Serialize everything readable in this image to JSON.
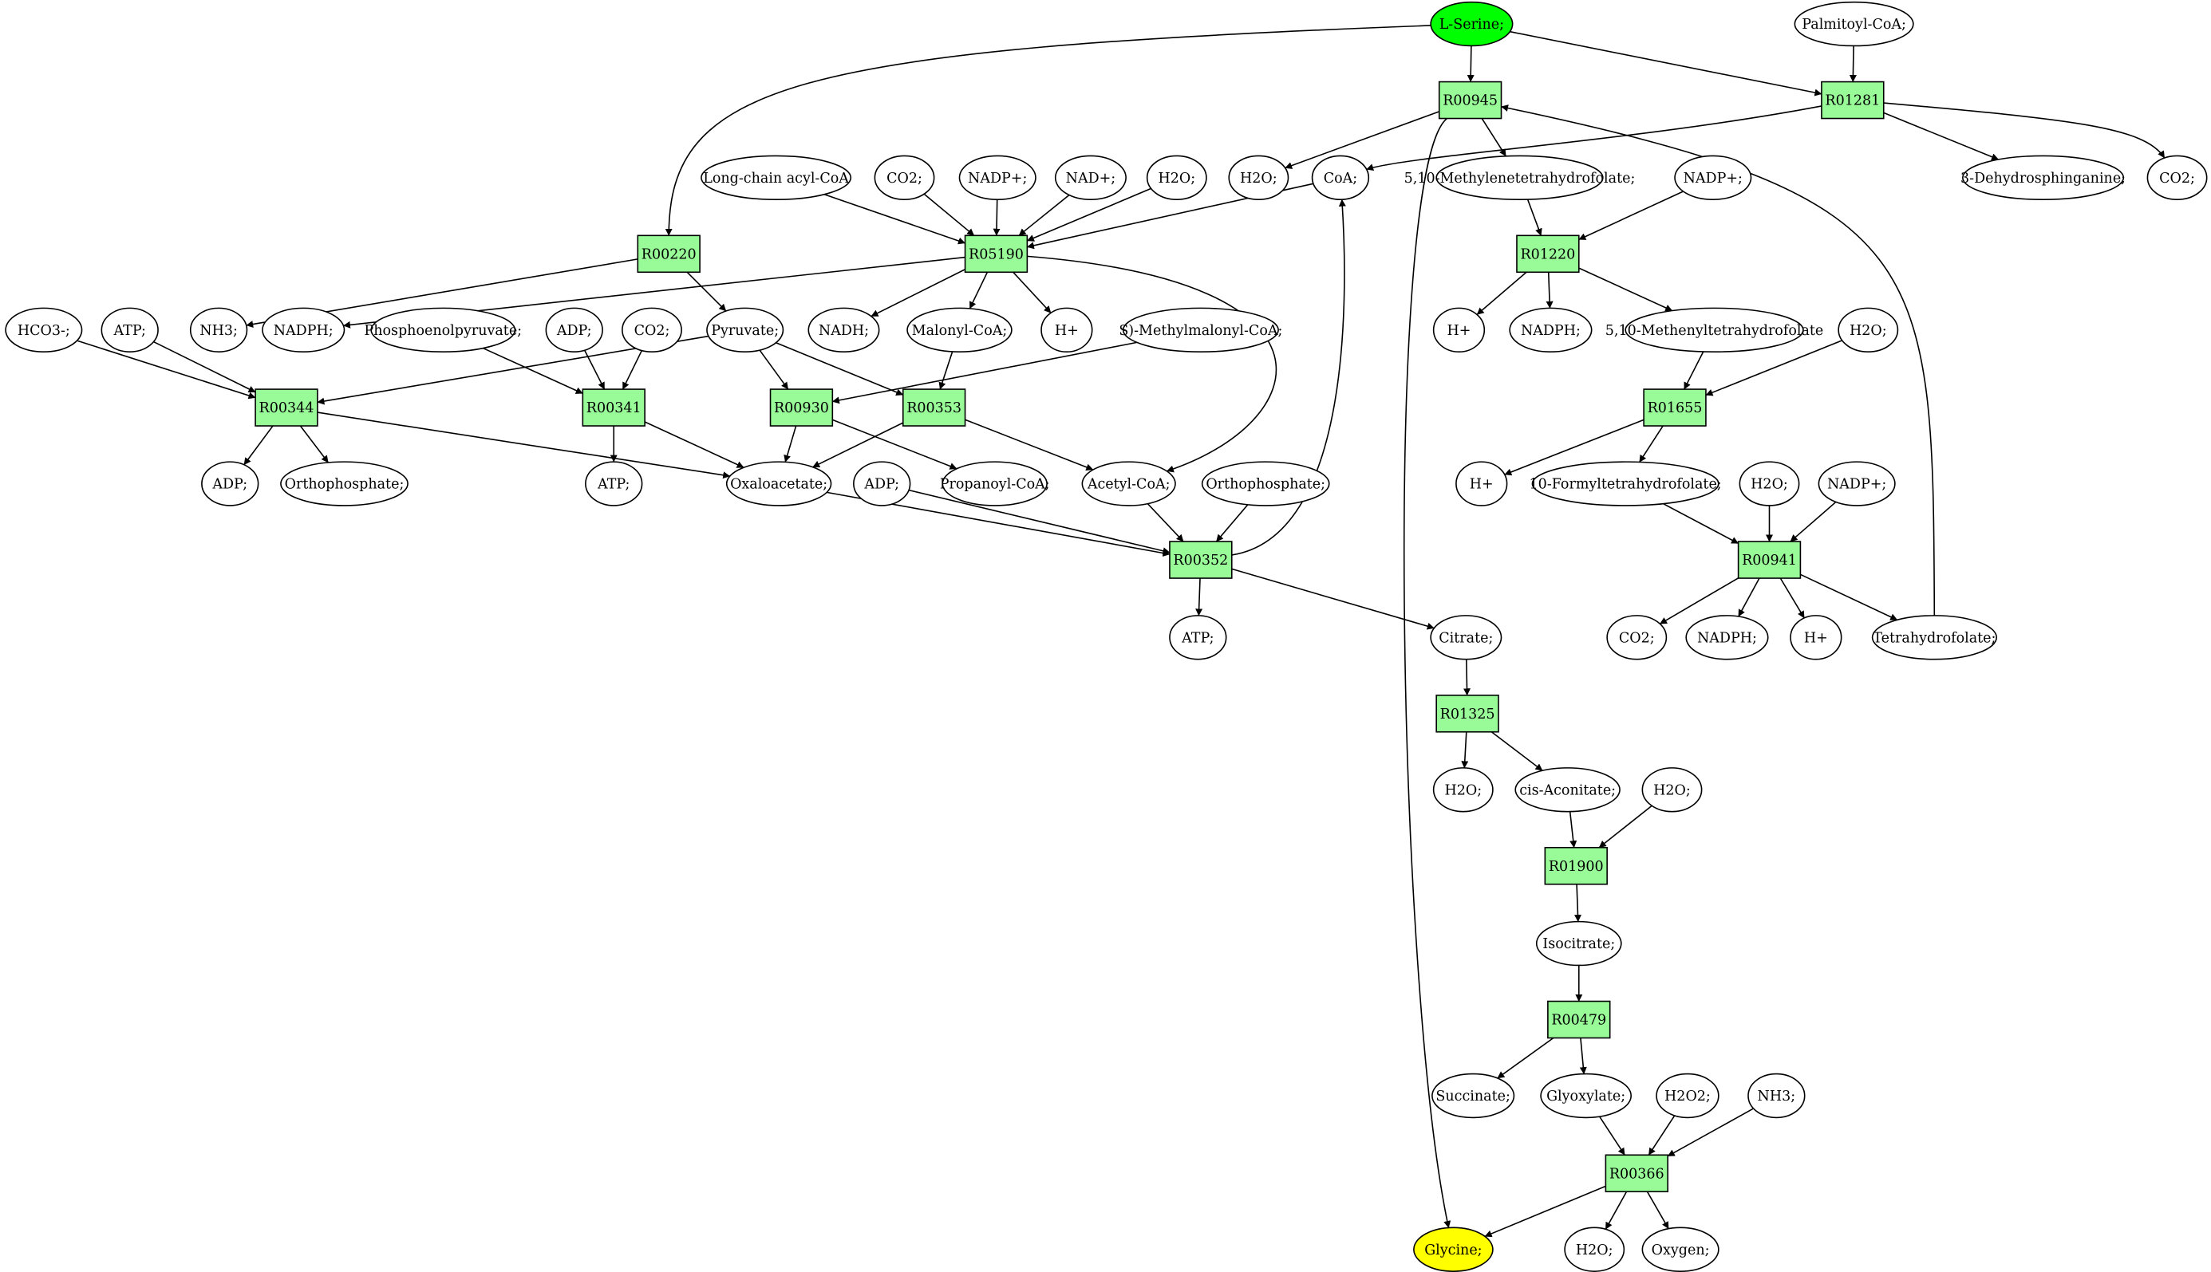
{
  "colors": {
    "reaction": "#98fb98",
    "start": "#00ff00",
    "target": "#ffff00"
  },
  "reactions": [
    {
      "id": "R00945",
      "label": "R00945"
    },
    {
      "id": "R01281",
      "label": "R01281"
    },
    {
      "id": "R00220",
      "label": "R00220"
    },
    {
      "id": "R05190",
      "label": "R05190"
    },
    {
      "id": "R01220",
      "label": "R01220"
    },
    {
      "id": "R00344",
      "label": "R00344"
    },
    {
      "id": "R00341",
      "label": "R00341"
    },
    {
      "id": "R00930",
      "label": "R00930"
    },
    {
      "id": "R00353",
      "label": "R00353"
    },
    {
      "id": "R01655",
      "label": "R01655"
    },
    {
      "id": "R00352",
      "label": "R00352"
    },
    {
      "id": "R00941",
      "label": "R00941"
    },
    {
      "id": "R01325",
      "label": "R01325"
    },
    {
      "id": "R01900",
      "label": "R01900"
    },
    {
      "id": "R00479",
      "label": "R00479"
    },
    {
      "id": "R00366",
      "label": "R00366"
    }
  ],
  "metabolites": [
    {
      "id": "serine",
      "label": "L-Serine;",
      "role": "start"
    },
    {
      "id": "palm",
      "label": "Palmitoyl-CoA;"
    },
    {
      "id": "h2o_a",
      "label": "H2O;"
    },
    {
      "id": "coa",
      "label": "CoA;"
    },
    {
      "id": "meth510",
      "label": "5,10-Methylenetetrahydrofolate;"
    },
    {
      "id": "nadpp_a",
      "label": "NADP+;"
    },
    {
      "id": "dehydro",
      "label": "3-Dehydrosphinganine;"
    },
    {
      "id": "co2_a",
      "label": "CO2;"
    },
    {
      "id": "lcacoa",
      "label": "Long-chain acyl-CoA"
    },
    {
      "id": "co2_b",
      "label": "CO2;"
    },
    {
      "id": "nadpp_b",
      "label": "NADP+;"
    },
    {
      "id": "nadp_c",
      "label": "NAD+;"
    },
    {
      "id": "h2o_b",
      "label": "H2O;"
    },
    {
      "id": "hco3",
      "label": "HCO3-;"
    },
    {
      "id": "atp_a",
      "label": "ATP;"
    },
    {
      "id": "nh3_a",
      "label": "NH3;"
    },
    {
      "id": "nadph_a",
      "label": "NADPH;"
    },
    {
      "id": "pep",
      "label": "Phosphoenolpyruvate;"
    },
    {
      "id": "adp_a",
      "label": "ADP;"
    },
    {
      "id": "co2_c",
      "label": "CO2;"
    },
    {
      "id": "pyr",
      "label": "Pyruvate;"
    },
    {
      "id": "nadh",
      "label": "NADH;"
    },
    {
      "id": "malcoa",
      "label": "Malonyl-CoA;"
    },
    {
      "id": "hplus_a",
      "label": "H+"
    },
    {
      "id": "smm",
      "label": "S)-Methylmalonyl-CoA;"
    },
    {
      "id": "hplus_b",
      "label": "H+"
    },
    {
      "id": "nadph_b",
      "label": "NADPH;"
    },
    {
      "id": "menyl",
      "label": "5,10-Methenyltetrahydrofolate"
    },
    {
      "id": "h2o_c",
      "label": "H2O;"
    },
    {
      "id": "adp_b",
      "label": "ADP;"
    },
    {
      "id": "ortho_a",
      "label": "Orthophosphate;"
    },
    {
      "id": "atp_b",
      "label": "ATP;"
    },
    {
      "id": "oaa",
      "label": "Oxaloacetate;"
    },
    {
      "id": "adp_c",
      "label": "ADP;"
    },
    {
      "id": "propcoa",
      "label": "Propanoyl-CoA;"
    },
    {
      "id": "acoa",
      "label": "Acetyl-CoA;"
    },
    {
      "id": "ortho_b",
      "label": "Orthophosphate;"
    },
    {
      "id": "hplus_c",
      "label": "H+"
    },
    {
      "id": "formyl",
      "label": "10-Formyltetrahydrofolate;"
    },
    {
      "id": "h2o_d",
      "label": "H2O;"
    },
    {
      "id": "nadpp_c",
      "label": "NADP+;"
    },
    {
      "id": "atp_c",
      "label": "ATP;"
    },
    {
      "id": "citrate",
      "label": "Citrate;"
    },
    {
      "id": "co2_d",
      "label": "CO2;"
    },
    {
      "id": "nadph_c",
      "label": "NADPH;"
    },
    {
      "id": "hplus_d",
      "label": "H+"
    },
    {
      "id": "thf",
      "label": "Tetrahydrofolate;"
    },
    {
      "id": "h2o_e",
      "label": "H2O;"
    },
    {
      "id": "cisacon",
      "label": "cis-Aconitate;"
    },
    {
      "id": "h2o_f",
      "label": "H2O;"
    },
    {
      "id": "isocit",
      "label": "Isocitrate;"
    },
    {
      "id": "succ",
      "label": "Succinate;"
    },
    {
      "id": "glyox",
      "label": "Glyoxylate;"
    },
    {
      "id": "h2o2",
      "label": "H2O2;"
    },
    {
      "id": "nh3_b",
      "label": "NH3;"
    },
    {
      "id": "glycine",
      "label": "Glycine;",
      "role": "target"
    },
    {
      "id": "h2o_g",
      "label": "H2O;"
    },
    {
      "id": "oxygen",
      "label": "Oxygen;"
    }
  ]
}
